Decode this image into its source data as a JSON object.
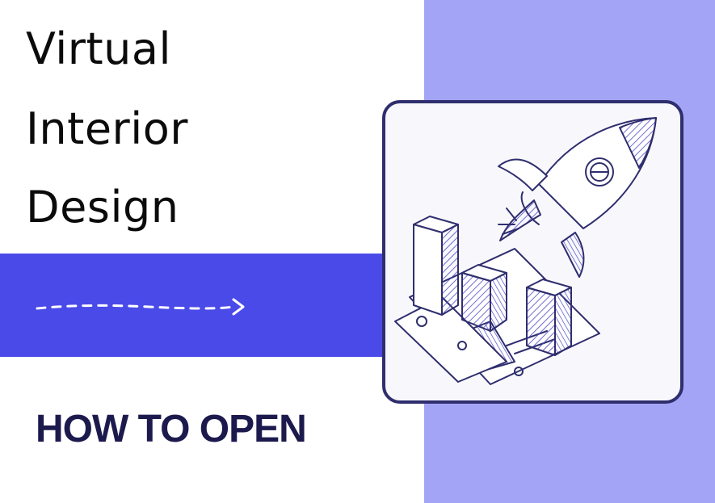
{
  "title": {
    "line1": "Virtual",
    "line2": "Interior",
    "line3": "Design"
  },
  "subtitle": "HOW TO OPEN",
  "decor": {
    "arrow_icon": "dashed-arrow-icon",
    "illustration": "rocket-and-bar-chart-illustration"
  },
  "colors": {
    "band": "#4a4ae9",
    "right_panel": "#a3a4f5",
    "subtitle": "#1c1a4d",
    "card_border": "#2f2e6e"
  }
}
